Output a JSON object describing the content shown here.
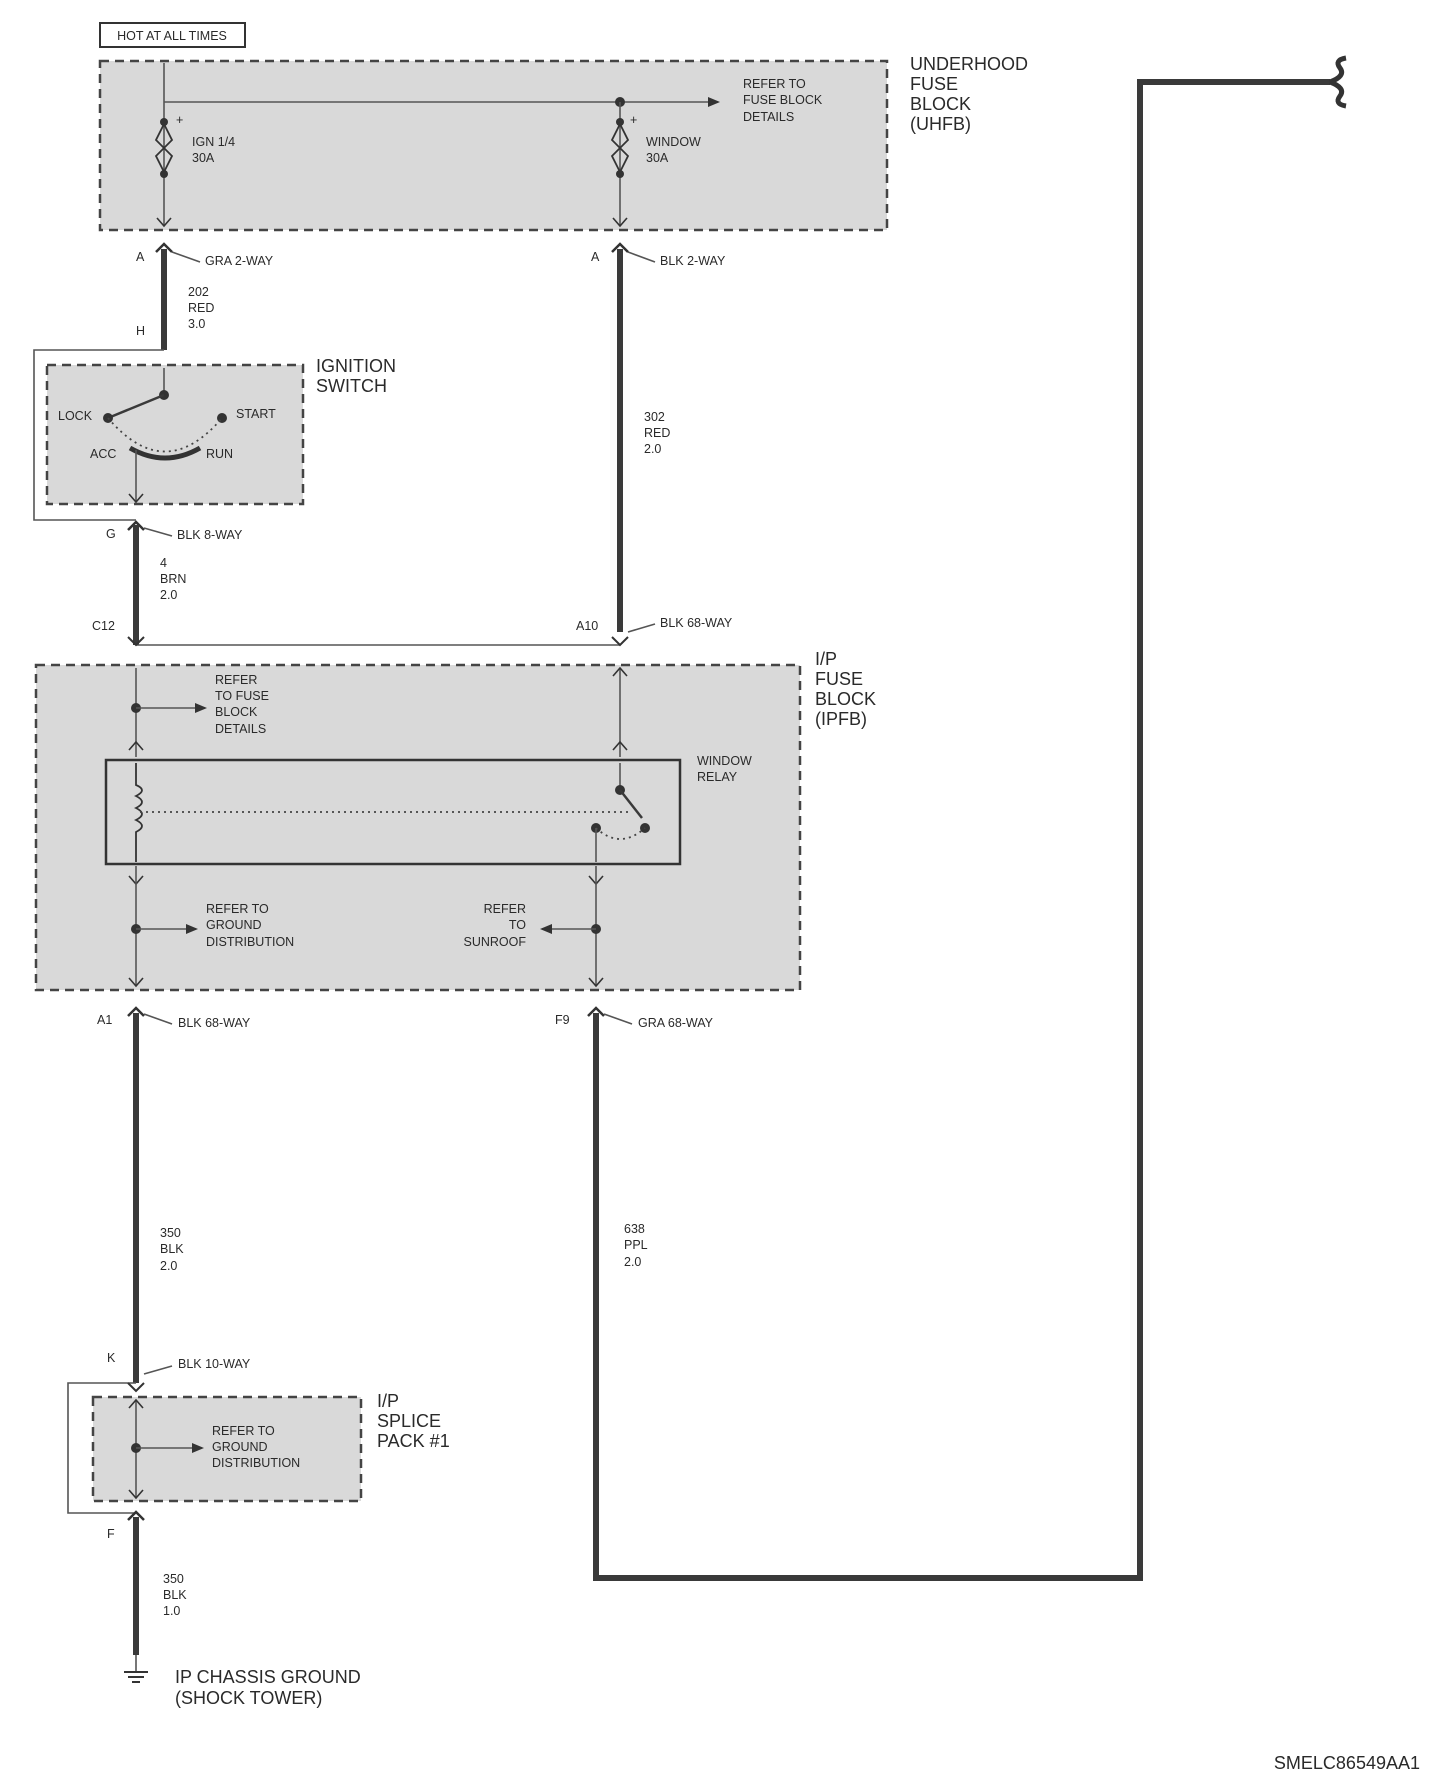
{
  "labels": {
    "hot_at_all_times": "HOT AT ALL TIMES",
    "drawing_id": "SMELC86549AA1"
  },
  "uhfb": {
    "name_lines": [
      "UNDERHOOD",
      "FUSE",
      "BLOCK",
      "(UHFB)"
    ],
    "refer": [
      "REFER TO",
      "FUSE BLOCK",
      "DETAILS"
    ],
    "fuse1": [
      "IGN 1/4",
      "30A"
    ],
    "fuse2": [
      "WINDOW",
      "30A"
    ],
    "plus": "+"
  },
  "connectors": {
    "a_left": {
      "pin": "A",
      "label": "GRA 2-WAY"
    },
    "a_right": {
      "pin": "A",
      "label": "BLK 2-WAY"
    },
    "h": {
      "pin": "H"
    },
    "g": {
      "pin": "G",
      "label": "BLK 8-WAY"
    },
    "c12": {
      "pin": "C12"
    },
    "a10": {
      "pin": "A10",
      "label": "BLK 68-WAY"
    },
    "a1": {
      "pin": "A1",
      "label": "BLK 68-WAY"
    },
    "f9": {
      "pin": "F9",
      "label": "GRA 68-WAY"
    },
    "k": {
      "pin": "K",
      "label": "BLK 10-WAY"
    },
    "f": {
      "pin": "F"
    }
  },
  "wires": {
    "w202": [
      "202",
      "RED",
      "3.0"
    ],
    "w302": [
      "302",
      "RED",
      "2.0"
    ],
    "w4": [
      "4",
      "BRN",
      "2.0"
    ],
    "w350a": [
      "350",
      "BLK",
      "2.0"
    ],
    "w638": [
      "638",
      "PPL",
      "2.0"
    ],
    "w350b": [
      "350",
      "BLK",
      "1.0"
    ]
  },
  "ignition": {
    "name_lines": [
      "IGNITION",
      "SWITCH"
    ],
    "lock": "LOCK",
    "start": "START",
    "acc": "ACC",
    "run": "RUN"
  },
  "ipfb": {
    "name_lines": [
      "I/P",
      "FUSE",
      "BLOCK",
      "(IPFB)"
    ],
    "refer_fuse": [
      "REFER",
      "TO FUSE",
      "BLOCK",
      "DETAILS"
    ],
    "relay": [
      "WINDOW",
      "RELAY"
    ],
    "refer_ground": [
      "REFER TO",
      "GROUND",
      "DISTRIBUTION"
    ],
    "refer_sunroof": [
      "REFER",
      "TO",
      "SUNROOF"
    ]
  },
  "splice": {
    "name_lines": [
      "I/P",
      "SPLICE",
      "PACK #1"
    ],
    "refer_ground": [
      "REFER TO",
      "GROUND",
      "DISTRIBUTION"
    ]
  },
  "ground": {
    "lines": [
      "IP CHASSIS GROUND",
      "(SHOCK TOWER)"
    ]
  }
}
